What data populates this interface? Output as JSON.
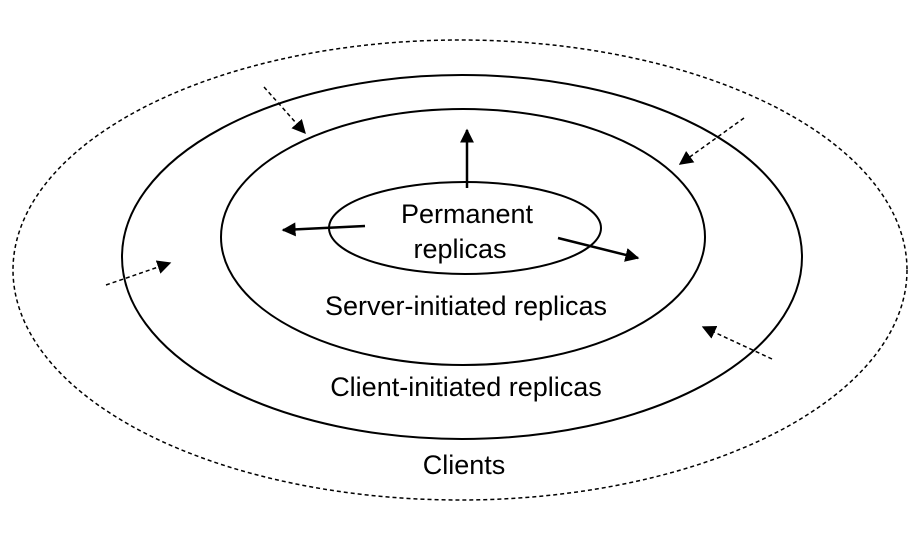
{
  "diagram": {
    "labels": {
      "permanent_line1": "Permanent",
      "permanent_line2": "replicas",
      "server_initiated": "Server-initiated replicas",
      "client_initiated": "Client-initiated replicas",
      "clients": "Clients"
    },
    "rings": [
      {
        "name": "clients-ring",
        "style": "dashed"
      },
      {
        "name": "client-initiated-ring",
        "style": "solid"
      },
      {
        "name": "server-initiated-ring",
        "style": "solid"
      },
      {
        "name": "permanent-ring",
        "style": "solid"
      }
    ],
    "arrows": {
      "outward_from_permanent": 3,
      "inward_from_clients": 4
    },
    "colors": {
      "line": "#000000",
      "background": "#ffffff"
    }
  }
}
